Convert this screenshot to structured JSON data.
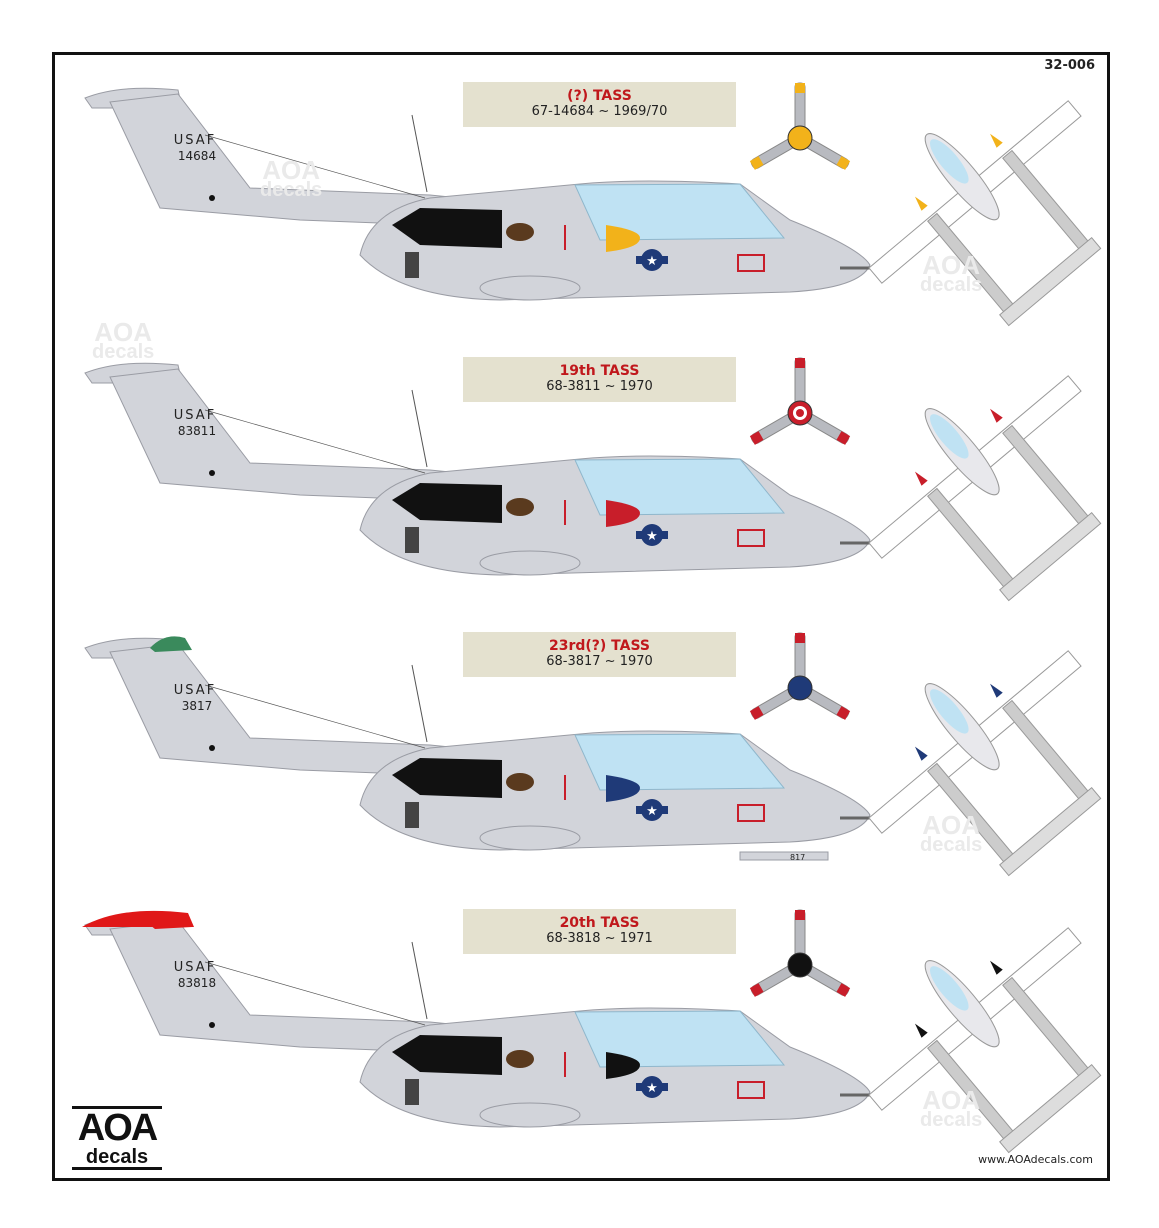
{
  "sheet_code": "32-006",
  "website": "www.AOAdecals.com",
  "logo": {
    "top": "AOA",
    "bottom": "decals"
  },
  "watermark": {
    "top": "AOA",
    "bottom": "decals"
  },
  "colors": {
    "aircraft_gray": "#d2d4da",
    "canopy": "#bfe2f3",
    "caption_bg": "#e4e1cf",
    "title_red": "#c0181c",
    "roundel_blue": "#1f3a78"
  },
  "schemes": [
    {
      "unit": "(?) TASS",
      "serial_line": "67-14684 ~ 1969/70",
      "tail_text": "USAF",
      "tail_number": "14684",
      "tail_cap": "none",
      "spinner": "#f2b21a",
      "prop_tip": "#f2b21a",
      "prop_stripes": "yellow"
    },
    {
      "unit": "19th TASS",
      "serial_line": "68-3811 ~ 1970",
      "tail_text": "USAF",
      "tail_number": "83811",
      "tail_cap": "none",
      "spinner": "#c81e2a",
      "prop_tip": "#c81e2a",
      "prop_stripes": "red",
      "extra_decal": "",
      "spinner_style": "target"
    },
    {
      "unit": "23rd(?) TASS",
      "serial_line": "68-3817 ~ 1970",
      "tail_text": "USAF",
      "tail_number": "3817",
      "tail_cap": "#3a8a5c",
      "spinner": "#1f3a78",
      "prop_tip": "#c81e2a",
      "prop_stripes": "red",
      "extra_decal": "817"
    },
    {
      "unit": "20th TASS",
      "serial_line": "68-3818 ~ 1971",
      "tail_text": "USAF",
      "tail_number": "83818",
      "tail_cap": "#e01818",
      "spinner": "#111111",
      "prop_tip": "#c81e2a",
      "prop_stripes": "red"
    }
  ]
}
